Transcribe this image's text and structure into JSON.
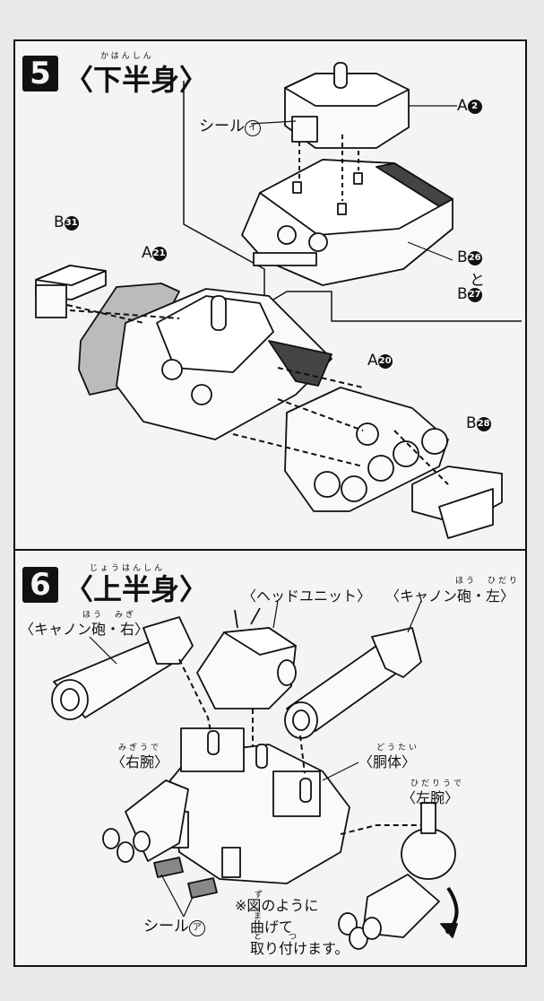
{
  "step5": {
    "number": "5",
    "title": "〈下半身〉",
    "ruby": "かはんしん",
    "labels": {
      "seal_i_text": "シール",
      "seal_i_mark": "イ",
      "a2_letter": "A",
      "a2_num": "2",
      "b31_letter": "B",
      "b31_num": "31",
      "a21_letter": "A",
      "a21_num": "21",
      "b26_letter": "B",
      "b26_num": "26",
      "to": "と",
      "b27_letter": "B",
      "b27_num": "27",
      "a20_letter": "A",
      "a20_num": "20",
      "b28_letter": "B",
      "b28_num": "28"
    }
  },
  "step6": {
    "number": "6",
    "title": "〈上半身〉",
    "ruby": "じょうはんしん",
    "labels": {
      "head_unit": "〈ヘッドユニット〉",
      "cannon_left": "〈キャノン砲・左〉",
      "cannon_left_ruby": "ほう　ひだり",
      "cannon_right": "〈キャノン砲・右〉",
      "cannon_right_ruby": "ほう　みぎ",
      "right_arm": "〈右腕〉",
      "right_arm_ruby": "みぎうで",
      "torso": "〈胴体〉",
      "torso_ruby": "どうたい",
      "left_arm": "〈左腕〉",
      "left_arm_ruby": "ひだりうで",
      "seal_a_text": "シール",
      "seal_a_mark": "ア"
    },
    "note": {
      "line1": "※図のように",
      "line2": "曲げて",
      "line3": "取り付けます。",
      "ruby_zu": "ず",
      "ruby_ma": "ま",
      "ruby_to": "と",
      "ruby_tsu": "つ"
    }
  }
}
